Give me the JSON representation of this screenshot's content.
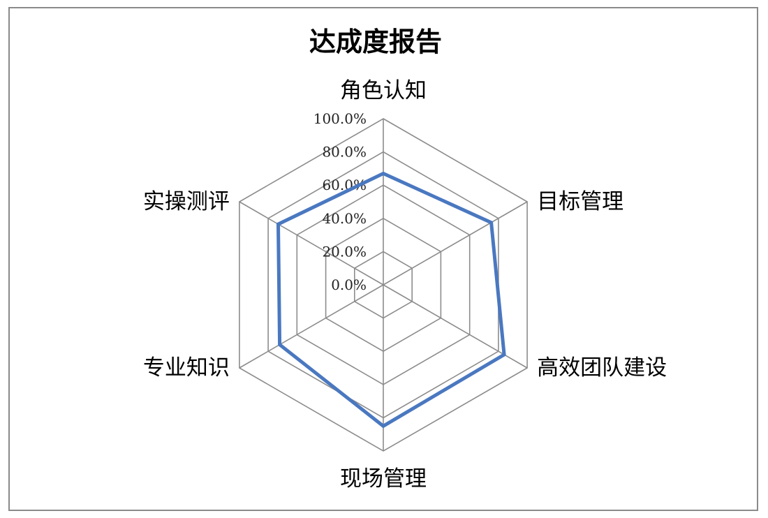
{
  "chart_data": {
    "type": "radar",
    "title": "达成度报告",
    "categories": [
      "角色认知",
      "目标管理",
      "高效团队建设",
      "现场管理",
      "专业知识",
      "实操测评"
    ],
    "ticks": [
      "0.0%",
      "20.0%",
      "40.0%",
      "60.0%",
      "80.0%",
      "100.0%"
    ],
    "rlim": [
      0,
      100
    ],
    "grid": true,
    "legend": false,
    "series": [
      {
        "values": [
          67,
          75,
          84,
          85,
          72,
          73
        ],
        "color": "#4a78c0"
      }
    ]
  }
}
